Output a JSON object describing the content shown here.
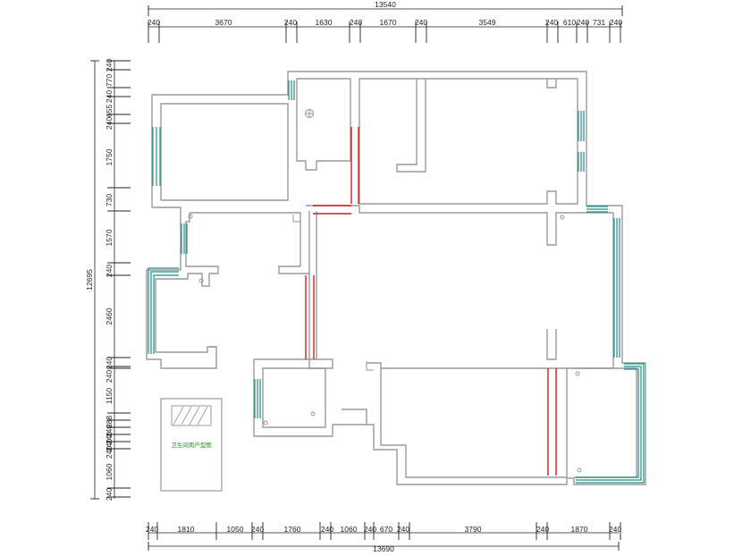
{
  "drawing": {
    "top_total": "13540",
    "bottom_total": "13690",
    "left_total": "12695",
    "top_segments": [
      "240",
      "3670",
      "240",
      "1630",
      "240",
      "1670",
      "240",
      "3549",
      "240",
      "610",
      "240",
      "731",
      "240"
    ],
    "bottom_segments": [
      "240",
      "1810",
      "1050",
      "240",
      "1760",
      "240",
      "1060",
      "240",
      "670",
      "240",
      "3790",
      "240",
      "1870",
      "240"
    ],
    "left_segments": [
      "240",
      "770",
      "240",
      "655",
      "240",
      "1750",
      "730",
      "1570",
      "240",
      "2460",
      "240",
      "240",
      "1150",
      "288",
      "240",
      "240",
      "240",
      "240",
      "1060",
      "240"
    ],
    "legend_label": "卫生间南户型图",
    "colors": {
      "wall": "#9a9a9a",
      "window": "#1f8a8a",
      "new_wall": "#d21c1c",
      "legend_text": "#2a8a2a",
      "dimension": "#222222"
    }
  }
}
